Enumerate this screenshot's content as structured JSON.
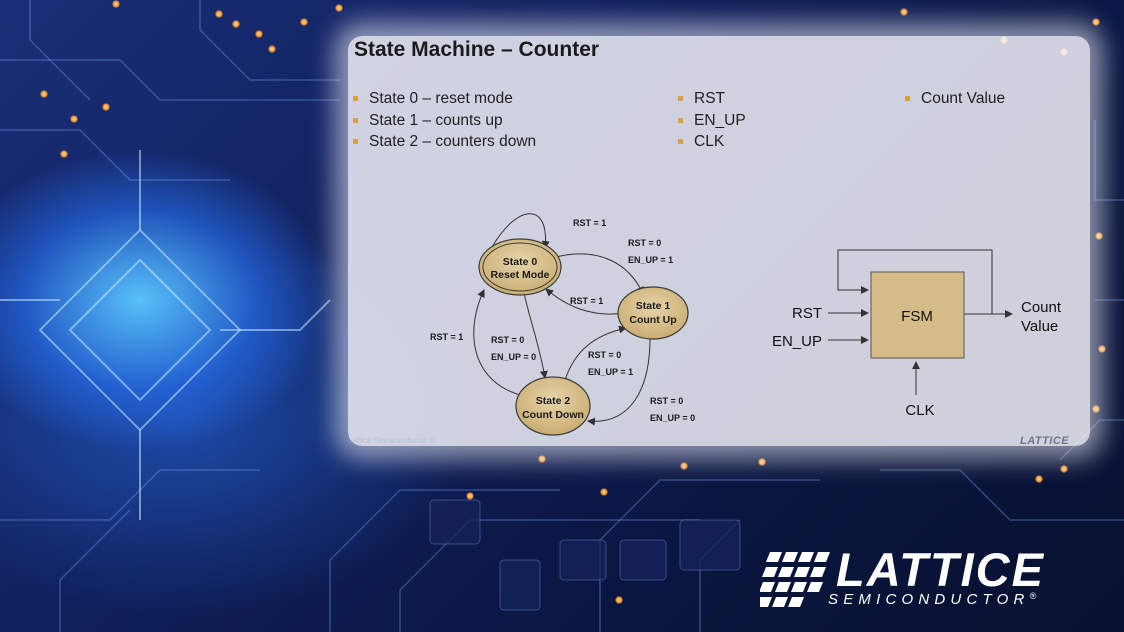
{
  "slide": {
    "title": "State Machine – Counter",
    "states_list": [
      "State 0 – reset mode",
      "State 1 – counts up",
      "State 2 – counters down"
    ],
    "inputs_list": [
      "RST",
      "EN_UP",
      "CLK"
    ],
    "outputs_list": [
      "Count Value"
    ]
  },
  "state_diagram": {
    "states": [
      {
        "id": "s0",
        "line1": "State 0",
        "line2": "Reset Mode"
      },
      {
        "id": "s1",
        "line1": "State 1",
        "line2": "Count Up"
      },
      {
        "id": "s2",
        "line1": "State 2",
        "line2": "Count Down"
      }
    ],
    "transitions": {
      "s0_self": "RST = 1",
      "s0_to_s1_a": "RST = 0",
      "s0_to_s1_b": "EN_UP = 1",
      "s1_to_s0": "RST = 1",
      "s2_to_s0": "RST = 1",
      "s0_to_s2_a": "RST = 0",
      "s0_to_s2_b": "EN_UP = 0",
      "s2_to_s1_a": "RST = 0",
      "s2_to_s1_b": "EN_UP = 1",
      "s1_to_s2_a": "RST = 0",
      "s1_to_s2_b": "EN_UP = 0"
    },
    "colors": {
      "state_fill": "#d4bb87",
      "state_stroke": "#3a3a3a"
    }
  },
  "block_diagram": {
    "block_label": "FSM",
    "input_rst": "RST",
    "input_en_up": "EN_UP",
    "input_clk": "CLK",
    "output_line1": "Count",
    "output_line2": "Value",
    "colors": {
      "block_fill": "#d4bb87"
    }
  },
  "watermark": "Lattice Semiconductor ©",
  "small_logo_text": "LATTICE",
  "logo": {
    "word": "LATTICE",
    "subtitle": "SEMICONDUCTOR",
    "registered": "®"
  },
  "theme": {
    "bullet_color": "#d9a13a",
    "panel_bg": "#f4f4fa",
    "background": "#0f1f5a",
    "glow": "#5ac8ff"
  }
}
